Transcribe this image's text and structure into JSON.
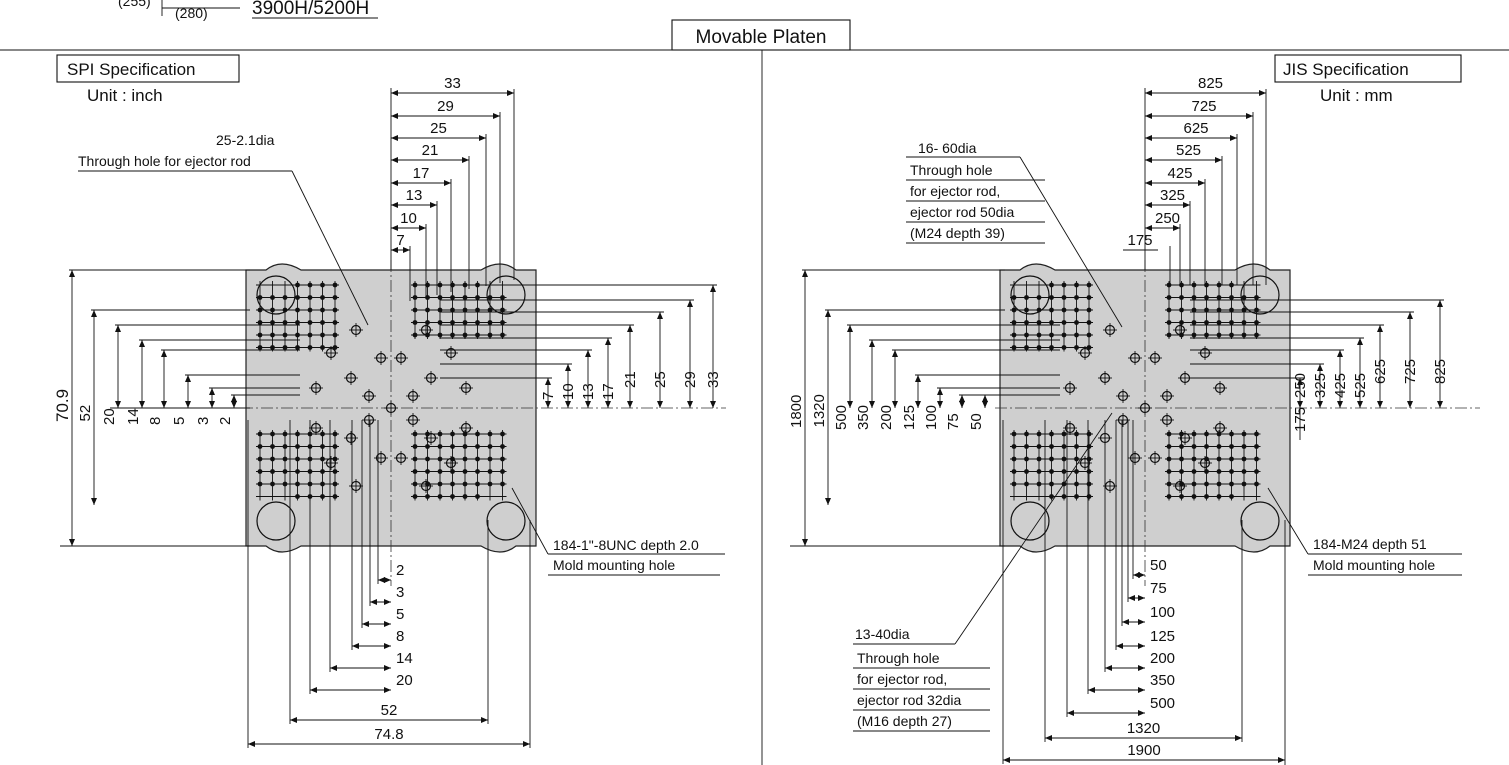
{
  "header": {
    "cut_left": "(255)",
    "cut_mid": "(280)",
    "model": "3900H/5200H",
    "title": "Movable Platen"
  },
  "spi": {
    "title": "SPI Specification",
    "unit": "Unit : inch",
    "ejector_note": [
      "25-2.1dia",
      "Through hole for ejector rod"
    ],
    "mold_note": [
      "184-1\"-8UNC depth 2.0",
      "Mold mounting hole"
    ],
    "top_dims": [
      "33",
      "29",
      "25",
      "21",
      "17",
      "13",
      "10",
      "7"
    ],
    "right_dims": [
      "7",
      "10",
      "13",
      "17",
      "21",
      "25",
      "29",
      "33"
    ],
    "left_dims": [
      "70.9",
      "52",
      "20",
      "14",
      "8",
      "5",
      "3",
      "2"
    ],
    "bottom_dims": [
      "2",
      "3",
      "5",
      "8",
      "14",
      "20",
      "52",
      "74.8"
    ]
  },
  "jis": {
    "title": "JIS Specification",
    "unit": "Unit : mm",
    "ejector_note": [
      "16- 60dia",
      "Through hole",
      "for ejector rod,",
      "ejector rod 50dia",
      "(M24 depth 39)"
    ],
    "small_note": [
      "13-40dia",
      "Through hole",
      "for ejector rod,",
      "ejector rod 32dia",
      "(M16 depth 27)"
    ],
    "mold_note": [
      "184-M24 depth 51",
      "Mold mounting hole"
    ],
    "top_dims": [
      "825",
      "725",
      "625",
      "525",
      "425",
      "325",
      "250",
      "175"
    ],
    "right_dims": [
      "250",
      "325",
      "425",
      "525",
      "625",
      "725",
      "825",
      "175"
    ],
    "left_dims": [
      "1800",
      "1320",
      "500",
      "350",
      "200",
      "125",
      "100",
      "75",
      "50"
    ],
    "bottom_dims": [
      "50",
      "75",
      "100",
      "125",
      "200",
      "350",
      "500",
      "1320",
      "1900"
    ]
  }
}
